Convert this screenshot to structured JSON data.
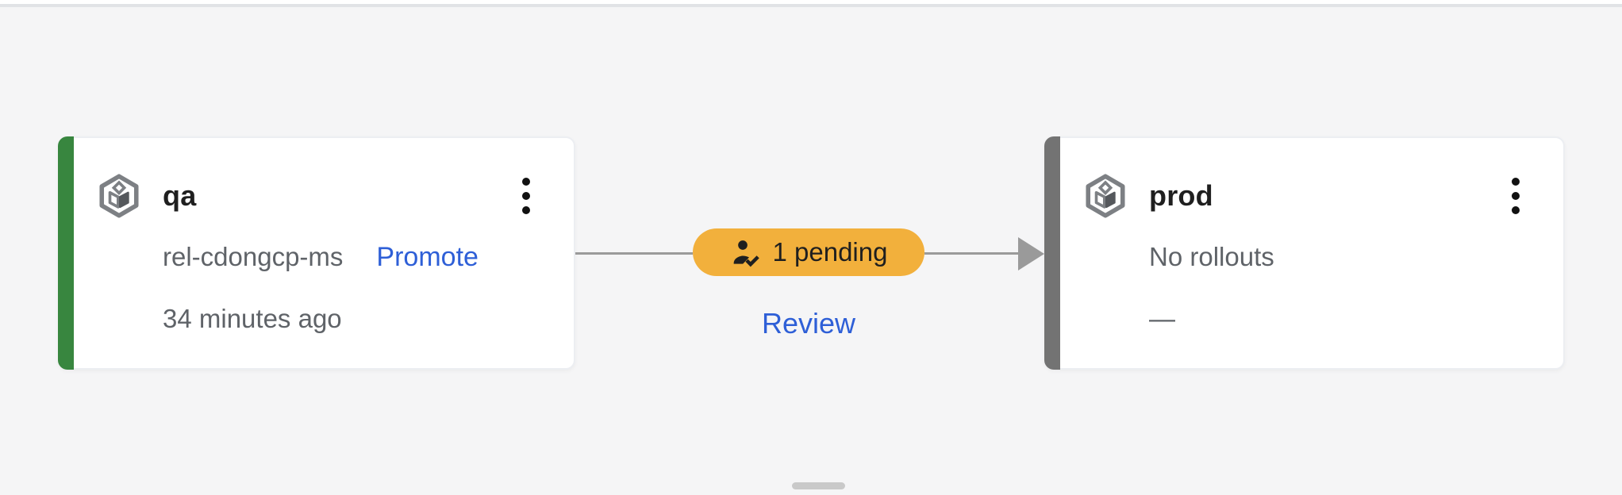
{
  "pipeline": {
    "stages": [
      {
        "name": "qa",
        "strip_color": "#38863f",
        "icon": "deploy-target-icon",
        "release": "rel-cdongcp-ms",
        "promote_label": "Promote",
        "last_deployed": "34 minutes ago",
        "menu_icon": "more-vert-icon"
      },
      {
        "name": "prod",
        "strip_color": "#737373",
        "icon": "deploy-target-icon",
        "rollout_status": "No rollouts",
        "last_deployed": "—",
        "menu_icon": "more-vert-icon"
      }
    ],
    "transition": {
      "badge_label": "1 pending",
      "badge_icon": "reviewer-check-icon",
      "badge_color": "#f2b03c",
      "review_label": "Review",
      "arrow_icon": "arrow-right-icon"
    }
  },
  "colors": {
    "background": "#f5f5f6",
    "card_white": "#ffffff",
    "link_blue": "#2e5fd7",
    "qa_strip_green": "#38863f",
    "prod_strip_gray": "#737373",
    "pending_amber": "#f2b03c",
    "connector_gray": "#9a9a9a",
    "text_primary": "#1f1f1f",
    "text_secondary": "#5f6368"
  }
}
